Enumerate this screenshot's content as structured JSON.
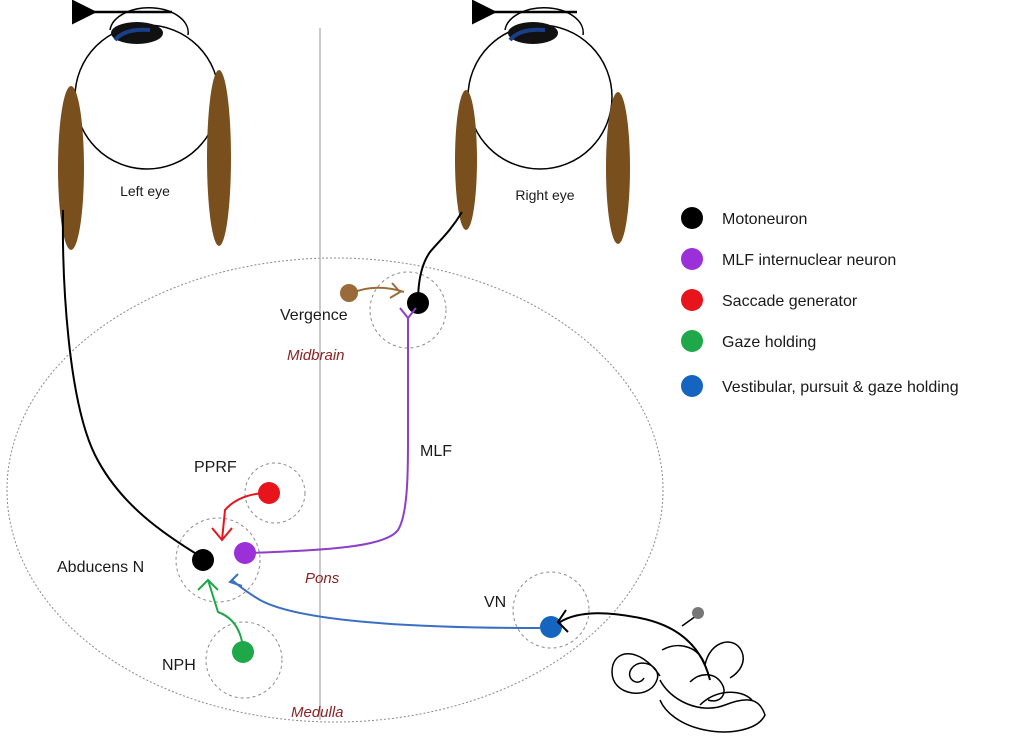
{
  "labels": {
    "left_eye": "Left eye",
    "right_eye": "Right eye",
    "vergence": "Vergence",
    "pprf": "PPRF",
    "abducens": "Abducens N",
    "mlf": "MLF",
    "vn": "VN",
    "nph": "NPH"
  },
  "regions": {
    "midbrain": "Midbrain",
    "pons": "Pons",
    "medulla": "Medulla"
  },
  "legend": [
    {
      "label": "Motoneuron",
      "color": "#000000"
    },
    {
      "label": "MLF internuclear neuron",
      "color": "#9b30d9"
    },
    {
      "label": "Saccade generator",
      "color": "#e8141c"
    },
    {
      "label": "Gaze holding",
      "color": "#1fa84a"
    },
    {
      "label": "Vestibular, pursuit & gaze holding",
      "color": "#1565c0"
    }
  ],
  "colors": {
    "muscle": "#7a4f1e",
    "pupil": "#1a3f8a",
    "vergence": "#9a6b3a",
    "mlf_line": "#8e3fc8",
    "vestibular_line": "#3a6fc4"
  }
}
